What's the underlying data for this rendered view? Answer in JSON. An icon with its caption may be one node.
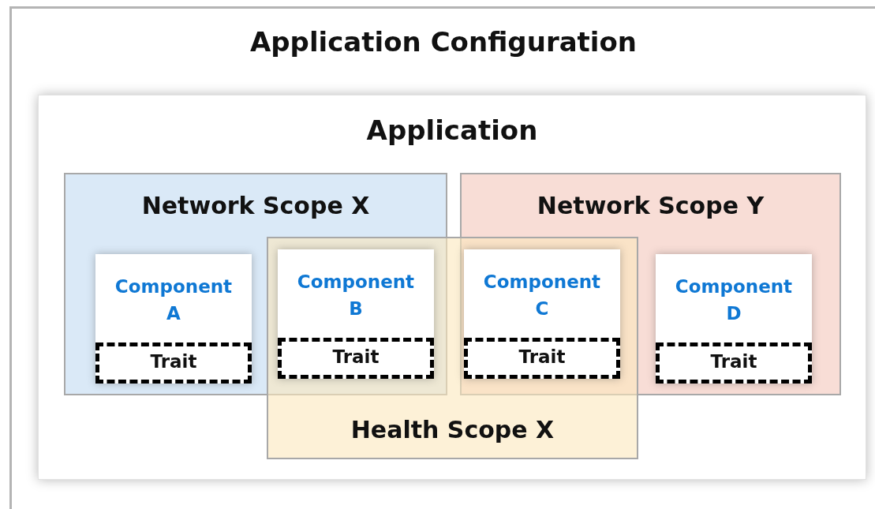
{
  "diagram": {
    "nodes": [
      {
        "text": [
          "Application Configuration"
        ]
      },
      {
        "text": [
          "Application"
        ],
        "in": 0
      },
      {
        "text": [
          "Network Scope X"
        ],
        "in": 1
      },
      {
        "text": [
          "Network Scope Y"
        ],
        "in": 1
      },
      {
        "text": [
          "Health Scope X"
        ],
        "in": 1
      },
      {
        "text": [
          "Component A"
        ],
        "in": 2
      },
      {
        "text": [
          "Trait"
        ],
        "in": 5
      },
      {
        "text": [
          "Component B"
        ]
      },
      {
        "text": [
          "Trait"
        ],
        "in": 7
      },
      {
        "text": [
          "Component C"
        ]
      },
      {
        "text": [
          "Trait"
        ],
        "in": 9
      },
      {
        "text": [
          "Component D"
        ],
        "in": 3
      },
      {
        "text": [
          "Trait"
        ],
        "in": 11
      }
    ]
  }
}
